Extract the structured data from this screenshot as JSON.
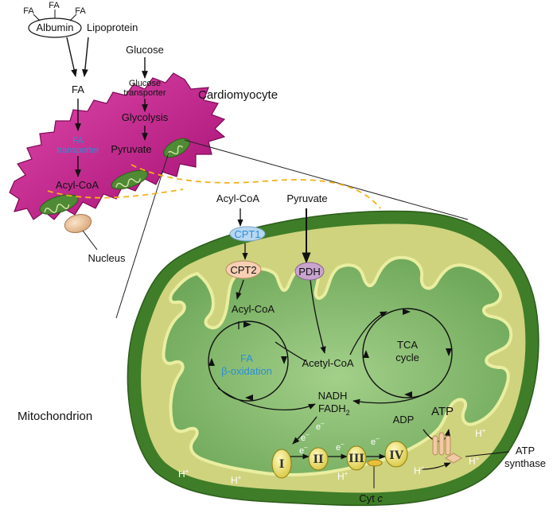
{
  "diagram": {
    "albumin": "Albumin",
    "fa": "FA",
    "lipoprotein": "Lipoprotein",
    "glucose": "Glucose",
    "glucose_transporter_1": "Glucose",
    "glucose_transporter_2": "transporter",
    "glycolysis": "Glycolysis",
    "cardiomyocyte": "Cardiomyocyte",
    "fa_transporter_1": "FA",
    "fa_transporter_2": "transporter",
    "pyruvate": "Pyruvate",
    "acyl_coa": "Acyl-CoA",
    "nucleus": "Nucleus",
    "cpt1": "CPT1",
    "cpt2": "CPT2",
    "pdh": "PDH",
    "fa_beta_1": "FA",
    "fa_beta_2": "β-oxidation",
    "acetyl_coa": "Acetyl-CoA",
    "tca_1": "TCA",
    "tca_2": "cycle",
    "nadh": "NADH",
    "fadh2": "FADH",
    "fadh2_sub": "2",
    "adp": "ADP",
    "atp": "ATP",
    "h_plus": "H",
    "h_sup": "+",
    "e_minus": "e",
    "e_sup": "–",
    "complex_1": "I",
    "complex_2": "II",
    "complex_3": "III",
    "complex_4": "IV",
    "cyt_c": "Cyt",
    "cyt_c_italic": "c",
    "atp_synthase_1": "ATP",
    "atp_synthase_2": "synthase",
    "mitochondrion": "Mitochondrion"
  },
  "colors": {
    "cell_fill": "#c4178c",
    "cell_light": "#e35bb5",
    "mito_outer": "#3f7d28",
    "mito_matrix": "#8ec276",
    "membrane": "#d9d98a",
    "complex": "#eee06a",
    "blue_label": "#2a8fd6",
    "dashed": "#f2b21a"
  }
}
